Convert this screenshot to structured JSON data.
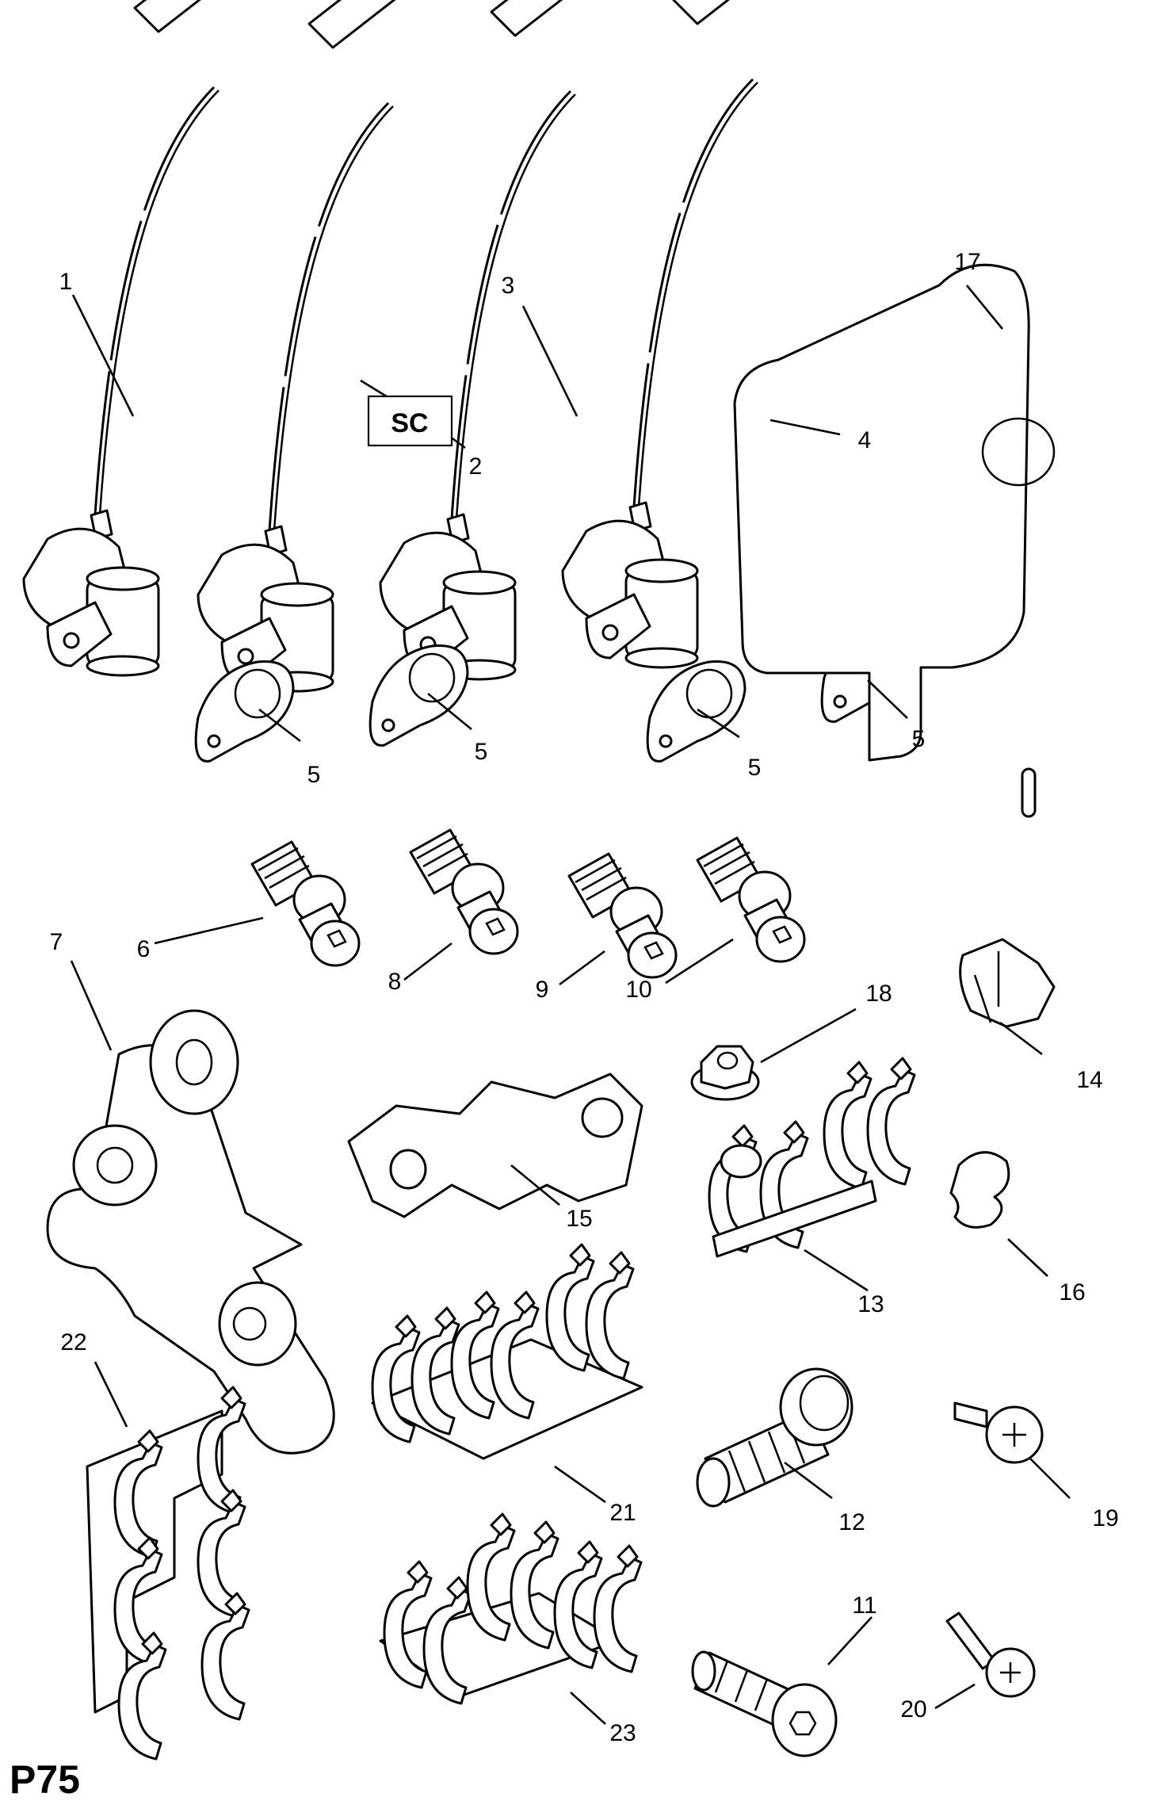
{
  "page_code": "P75",
  "sc_badge": "SC",
  "callouts": [
    {
      "id": "c1",
      "text": "1"
    },
    {
      "id": "c2",
      "text": "2"
    },
    {
      "id": "c3",
      "text": "3"
    },
    {
      "id": "c4",
      "text": "4"
    },
    {
      "id": "c5a",
      "text": "5"
    },
    {
      "id": "c5b",
      "text": "5"
    },
    {
      "id": "c5c",
      "text": "5"
    },
    {
      "id": "c5d",
      "text": "5"
    },
    {
      "id": "c6",
      "text": "6"
    },
    {
      "id": "c7",
      "text": "7"
    },
    {
      "id": "c8",
      "text": "8"
    },
    {
      "id": "c9",
      "text": "9"
    },
    {
      "id": "c10",
      "text": "10"
    },
    {
      "id": "c11",
      "text": "11"
    },
    {
      "id": "c12",
      "text": "12"
    },
    {
      "id": "c13",
      "text": "13"
    },
    {
      "id": "c14",
      "text": "14"
    },
    {
      "id": "c15",
      "text": "15"
    },
    {
      "id": "c16",
      "text": "16"
    },
    {
      "id": "c17",
      "text": "17"
    },
    {
      "id": "c18",
      "text": "18"
    },
    {
      "id": "c19",
      "text": "19"
    },
    {
      "id": "c20",
      "text": "20"
    },
    {
      "id": "c21",
      "text": "21"
    },
    {
      "id": "c22",
      "text": "22"
    },
    {
      "id": "c23",
      "text": "23"
    }
  ]
}
